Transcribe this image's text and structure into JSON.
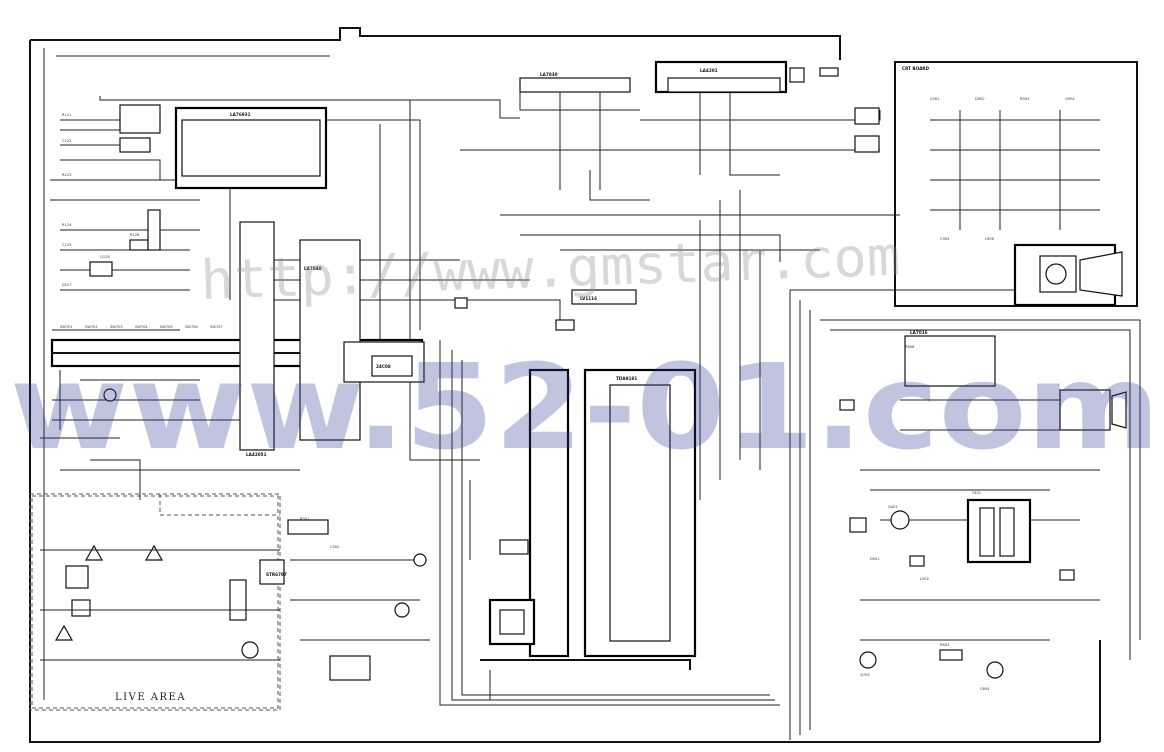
{
  "diagram": {
    "area_label": "LIVE AREA",
    "block_label": "CRT BOARD",
    "ic_labels": {
      "u1": "LA7830",
      "u2": "LA4201",
      "u3": "LA76931",
      "u4": "LA7840",
      "u5": "TDA9181",
      "u6": "LA42051",
      "u7": "LA7016",
      "u8": "24C08",
      "u9": "LV1116",
      "u10": "STR6707"
    },
    "marks": [
      "SW701",
      "SW702",
      "SW703",
      "SW704",
      "SW705",
      "SW706",
      "SW707",
      "R301",
      "C302",
      "Q401",
      "T401",
      "D501",
      "L502",
      "R603",
      "C604",
      "Q705",
      "R806",
      "C901",
      "D902",
      "R903",
      "Q904",
      "C905",
      "L906",
      "R121",
      "C122",
      "R123",
      "R124",
      "C125",
      "Q126",
      "D127",
      "R128"
    ]
  },
  "watermark": {
    "big": "www.52-01.com",
    "url": "http://www.gmstar.com"
  }
}
